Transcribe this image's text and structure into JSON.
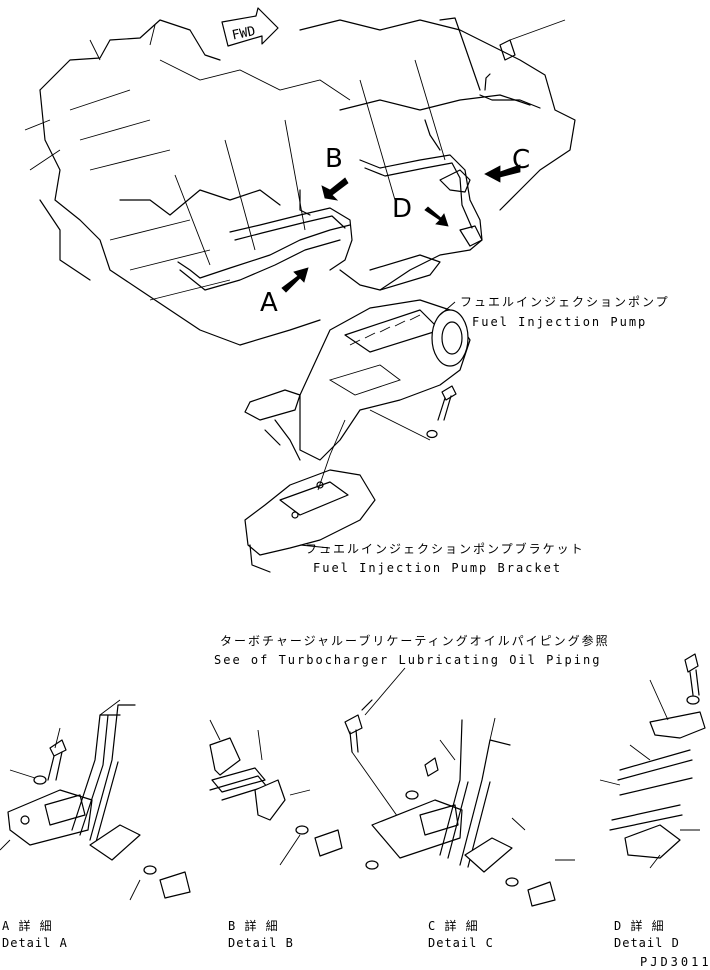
{
  "direction_marker": "FWD",
  "callouts": {
    "a": "A",
    "b": "B",
    "c": "C",
    "d": "D"
  },
  "labels": {
    "pump_jp": "フュエルインジェクションポンプ",
    "pump_en": "Fuel Injection Pump",
    "bracket_jp": "フュエルインジェクションポンプブラケット",
    "bracket_en": "Fuel Injection Pump Bracket",
    "turbo_jp": "ターボチャージャルーブリケーティングオイルパイピング参照",
    "turbo_en": "See of Turbocharger Lubricating Oil Piping"
  },
  "details": [
    {
      "jp": "A 詳 細",
      "en": "Detail A"
    },
    {
      "jp": "B 詳 細",
      "en": "Detail B"
    },
    {
      "jp": "C 詳 細",
      "en": "Detail C"
    },
    {
      "jp": "D 詳 細",
      "en": "Detail D"
    }
  ],
  "drawing_number": "PJD3011"
}
